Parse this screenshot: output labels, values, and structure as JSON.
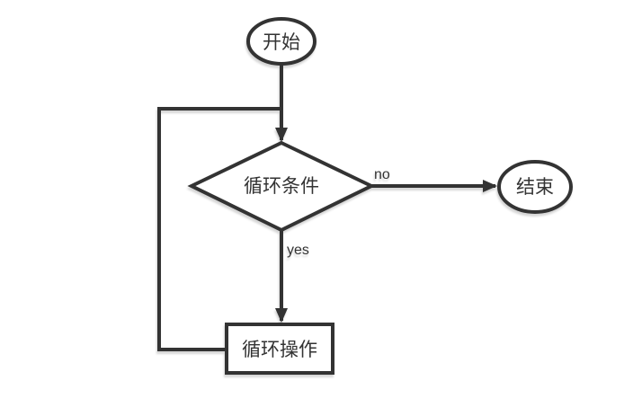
{
  "diagram": {
    "type": "flowchart",
    "colors": {
      "background": "#ffffff",
      "stroke": "#333333",
      "text": "#333333"
    },
    "nodes": {
      "start": {
        "label": "开始",
        "shape": "ellipse"
      },
      "condition": {
        "label": "循环条件",
        "shape": "diamond"
      },
      "end": {
        "label": "结束",
        "shape": "ellipse"
      },
      "operation": {
        "label": "循环操作",
        "shape": "rectangle"
      }
    },
    "edges": [
      {
        "from": "start",
        "to": "condition",
        "label": ""
      },
      {
        "from": "condition",
        "to": "end",
        "label": "no"
      },
      {
        "from": "condition",
        "to": "operation",
        "label": "yes"
      },
      {
        "from": "operation",
        "to": "condition",
        "label": ""
      }
    ]
  }
}
